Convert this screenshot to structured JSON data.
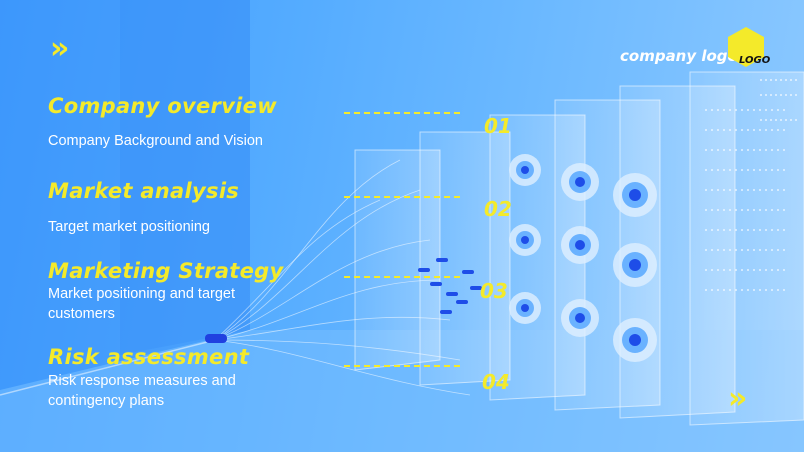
{
  "header": {
    "logo_text": "company logo",
    "logo_badge": "LOGO",
    "chevron_glyph": "»"
  },
  "agenda": [
    {
      "number": "01",
      "title": "Company overview",
      "description": "Company Background and Vision"
    },
    {
      "number": "02",
      "title": "Market analysis",
      "description": "Target market positioning"
    },
    {
      "number": "03",
      "title": "Marketing Strategy",
      "description": "Market positioning and target customers"
    },
    {
      "number": "04",
      "title": "Risk assessment",
      "description": "Risk response measures and contingency plans"
    }
  ],
  "colors": {
    "accent": "#f4ea2a",
    "background": "#55acff",
    "text": "#ffffff"
  }
}
